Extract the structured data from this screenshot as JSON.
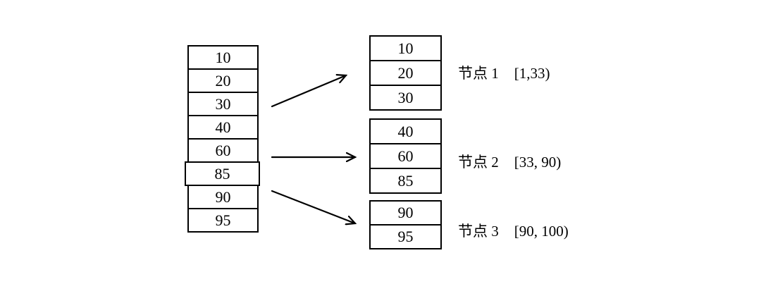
{
  "diagram": {
    "description_colors": {
      "background": "#ffffff",
      "stroke": "#000000",
      "text": "#000000"
    },
    "source_stack": {
      "values": [
        "10",
        "20",
        "30",
        "40",
        "60",
        "85",
        "90",
        "95"
      ]
    },
    "nodes": [
      {
        "name": "节点 1",
        "range": "[1,33)",
        "values": [
          "10",
          "20",
          "30"
        ]
      },
      {
        "name": "节点 2",
        "range": "[33, 90)",
        "values": [
          "40",
          "60",
          "85"
        ]
      },
      {
        "name": "节点 3",
        "range": "[90, 100)",
        "values": [
          "90",
          "95"
        ]
      }
    ]
  }
}
